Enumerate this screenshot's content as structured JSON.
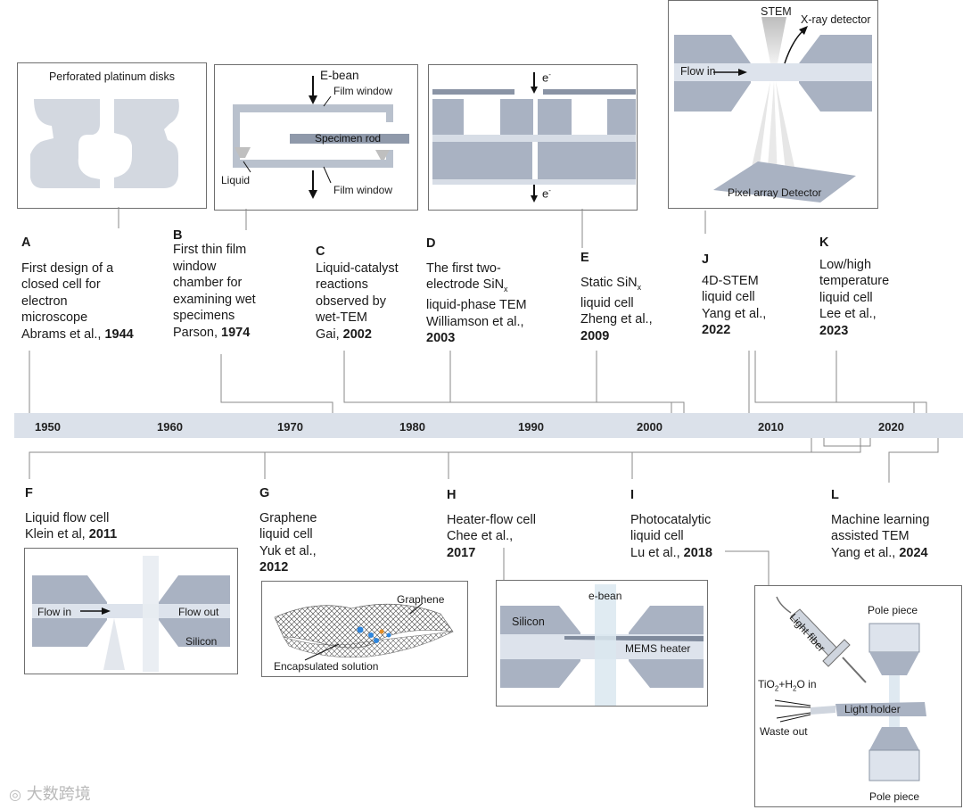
{
  "timeline": {
    "years": [
      "1950",
      "1960",
      "1970",
      "1980",
      "1990",
      "2000",
      "2010",
      "2020"
    ]
  },
  "entries": {
    "A": {
      "letter": "A",
      "lines": [
        "First design of a",
        "closed cell for",
        "electron",
        "microscope"
      ],
      "author": "Abrams et al., ",
      "year": "1944"
    },
    "B": {
      "letter": "B",
      "lines": [
        "First thin film",
        "window",
        "chamber for",
        "examining wet",
        "specimens"
      ],
      "author": "Parson, ",
      "year": "1974"
    },
    "C": {
      "letter": "C",
      "lines": [
        "Liquid-catalyst",
        "reactions",
        "observed by",
        "wet-TEM"
      ],
      "author": "Gai, ",
      "year": "2002"
    },
    "D": {
      "letter": "D",
      "lines": [
        "The first two-",
        "electrode SiN",
        "liquid-phase TEM",
        "Williamson et al.,"
      ],
      "sub": "x",
      "author": "",
      "year": "2003"
    },
    "E": {
      "letter": "E",
      "lines": [
        "Static  SiN",
        "liquid cell",
        "Zheng et al.,"
      ],
      "sub": "x",
      "author": "",
      "year": "2009"
    },
    "J": {
      "letter": "J",
      "lines": [
        "4D-STEM",
        "liquid cell",
        "Yang et al.,"
      ],
      "author": "",
      "year": "2022"
    },
    "K": {
      "letter": "K",
      "lines": [
        "Low/high",
        "temperature",
        "liquid cell",
        "Lee et al.,"
      ],
      "author": "",
      "year": "2023"
    },
    "F": {
      "letter": "F",
      "lines": [
        "Liquid flow cell"
      ],
      "author": "Klein et al, ",
      "year": "2011"
    },
    "G": {
      "letter": "G",
      "lines": [
        "Graphene",
        "liquid cell",
        "Yuk et al.,"
      ],
      "author": "",
      "year": "2012"
    },
    "H": {
      "letter": "H",
      "lines": [
        "Heater-flow cell",
        "Chee et al.,"
      ],
      "author": "",
      "year": "2017"
    },
    "I": {
      "letter": "I",
      "lines": [
        "Photocatalytic",
        "liquid cell"
      ],
      "author": "Lu et al., ",
      "year": "2018"
    },
    "L": {
      "letter": "L",
      "lines": [
        "Machine learning",
        "assisted TEM"
      ],
      "author": "Yang et al., ",
      "year": "2024"
    }
  },
  "panels": {
    "A": {
      "title": "Perforated platinum disks"
    },
    "B": {
      "ebeam": "E-bean",
      "film_top": "Film window",
      "rod": "Specimen rod",
      "liquid": "Liquid",
      "film_bottom": "Film window"
    },
    "D": {
      "e_top": "e",
      "e_bottom": "e",
      "sup": "-"
    },
    "J": {
      "stem": "STEM",
      "xray": "X-ray detector",
      "flow": "Flow in",
      "detector": "Pixel array Detector"
    },
    "F": {
      "flow_in": "Flow in",
      "flow_out": "Flow out",
      "silicon": "Silicon"
    },
    "G": {
      "graphene": "Graphene",
      "solution": "Encapsulated solution"
    },
    "H": {
      "ebean": "e-bean",
      "silicon": "Silicon",
      "heater": "MEMS heater"
    },
    "I": {
      "fiber": "Light fiber",
      "pole_top": "Pole piece",
      "tio2": "TiO",
      "two": "2",
      "plus": "+H",
      "o_in": "O in",
      "holder": "Light holder",
      "waste": "Waste out",
      "pole_bottom": "Pole piece"
    }
  },
  "watermark": "大数跨境",
  "colors": {
    "bar": "#dbe1ea",
    "steel": "#a9b2c2",
    "light": "#dde3ec",
    "dark": "#7f8a9c"
  }
}
